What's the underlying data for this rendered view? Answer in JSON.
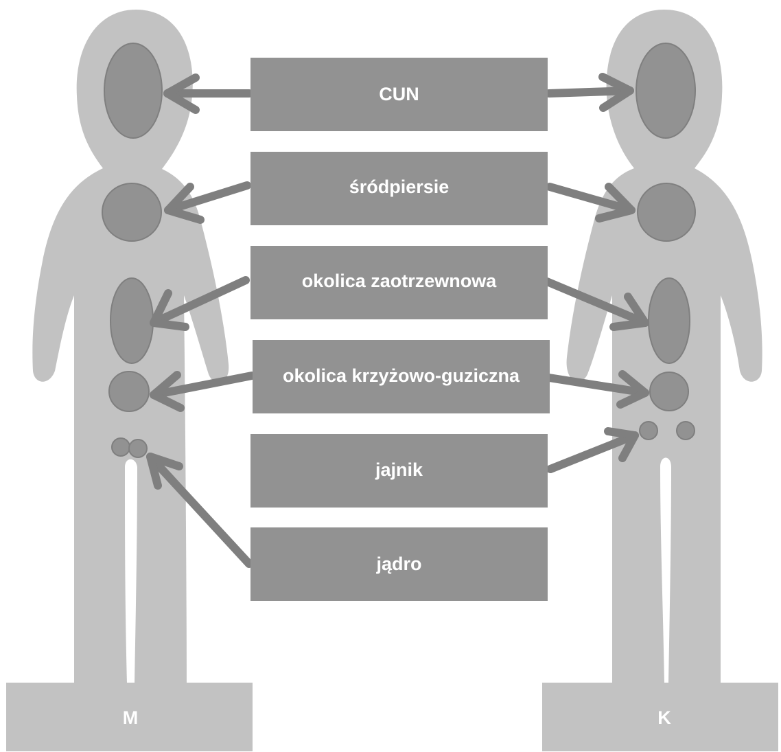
{
  "labels": {
    "cns": "CUN",
    "mediastinum": "śródpiersie",
    "retroperitoneum": "okolica zaotrzewnowa",
    "sacrococcygeal": "okolica krzyżowo-guziczna",
    "ovary": "jajnik",
    "testis": "jądro"
  },
  "sexes": {
    "male": "M",
    "female": "K"
  },
  "colors": {
    "body": "#c2c2c2",
    "organ": "#929292",
    "box": "#929292",
    "arrow": "#7f7f7f",
    "text": "#ffffff"
  }
}
